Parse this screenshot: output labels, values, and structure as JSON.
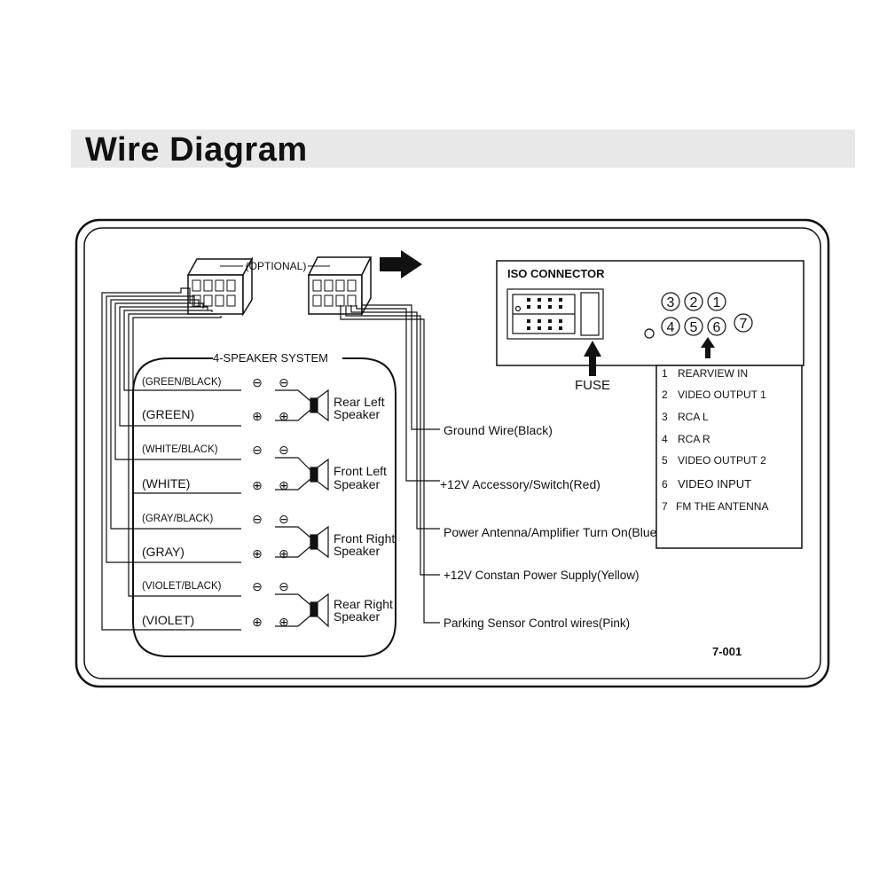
{
  "header": {
    "title": "Wire Diagram"
  },
  "connectors": {
    "optional_label": "(OPTIONAL)"
  },
  "speaker_system": {
    "title": "4-SPEAKER SYSTEM",
    "wires": [
      {
        "label": "(GREEN/BLACK)",
        "polarity": "⊖"
      },
      {
        "label": "(GREEN)",
        "polarity": "⊕"
      },
      {
        "label": "(WHITE/BLACK)",
        "polarity": "⊖"
      },
      {
        "label": "(WHITE)",
        "polarity": "⊕"
      },
      {
        "label": "(GRAY/BLACK)",
        "polarity": "⊖"
      },
      {
        "label": "(GRAY)",
        "polarity": "⊕"
      },
      {
        "label": "(VIOLET/BLACK)",
        "polarity": "⊖"
      },
      {
        "label": "(VIOLET)",
        "polarity": "⊕"
      }
    ],
    "speakers": [
      {
        "line1": "Rear Left",
        "line2": "Speaker"
      },
      {
        "line1": "Front Left",
        "line2": "Speaker"
      },
      {
        "line1": "Front Right",
        "line2": "Speaker"
      },
      {
        "line1": "Rear Right",
        "line2": "Speaker"
      }
    ]
  },
  "power_wires": [
    "Ground Wire(Black)",
    "+12V Accessory/Switch(Red)",
    "Power Antenna/Amplifier Turn On(Blue)",
    "+12V Constan Power Supply(Yellow)",
    "Parking Sensor Control wires(Pink)"
  ],
  "iso_connector": {
    "title": "ISO CONNECTOR",
    "fuse_label": "FUSE",
    "pins": [
      "1",
      "2",
      "3",
      "4",
      "5",
      "6",
      "7"
    ],
    "pin_legend": [
      {
        "num": "1",
        "text": "REARVIEW IN"
      },
      {
        "num": "2",
        "text": "VIDEO OUTPUT 1"
      },
      {
        "num": "3",
        "text": "RCA L"
      },
      {
        "num": "4",
        "text": "RCA R"
      },
      {
        "num": "5",
        "text": "VIDEO OUTPUT 2"
      },
      {
        "num": "6",
        "text": "VIDEO INPUT"
      },
      {
        "num": "7",
        "text": "FM THE ANTENNA"
      }
    ]
  },
  "model_code": "7-001"
}
